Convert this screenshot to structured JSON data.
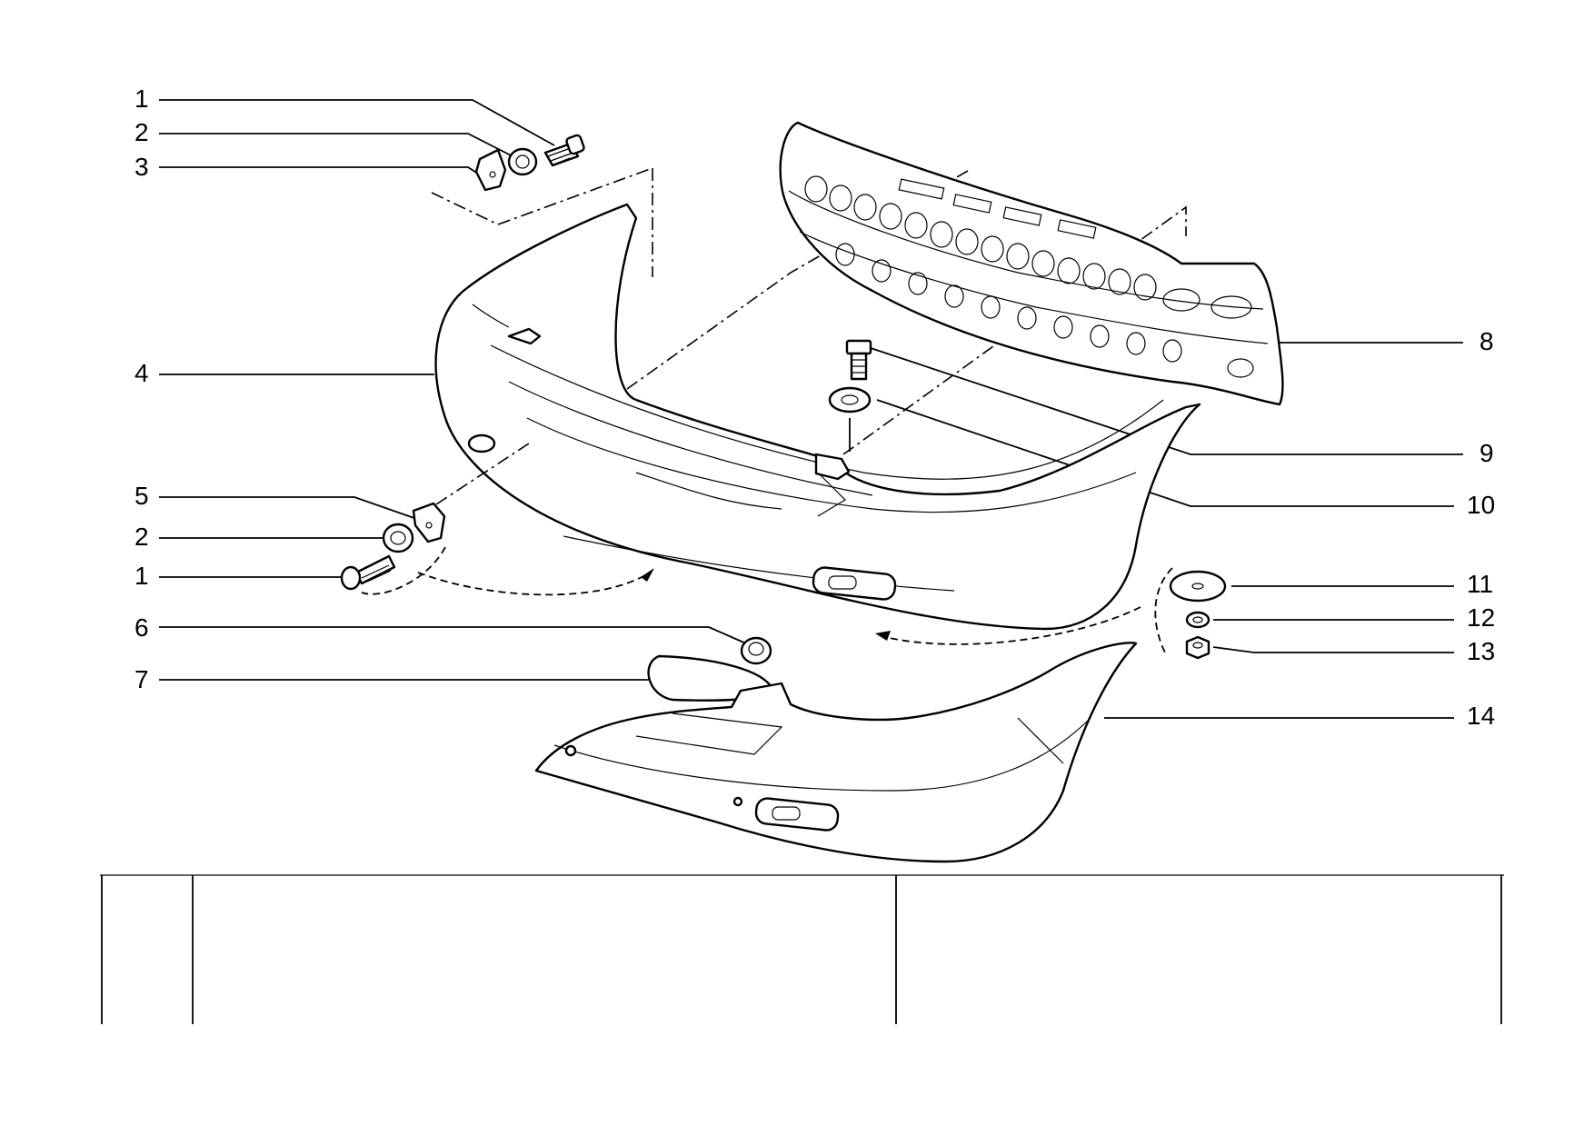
{
  "callouts": [
    {
      "id": "c1a",
      "label": "1"
    },
    {
      "id": "c2a",
      "label": "2"
    },
    {
      "id": "c3",
      "label": "3"
    },
    {
      "id": "c4",
      "label": "4"
    },
    {
      "id": "c5",
      "label": "5"
    },
    {
      "id": "c2b",
      "label": "2"
    },
    {
      "id": "c1b",
      "label": "1"
    },
    {
      "id": "c6",
      "label": "6"
    },
    {
      "id": "c7",
      "label": "7"
    },
    {
      "id": "c8",
      "label": "8"
    },
    {
      "id": "c9",
      "label": "9"
    },
    {
      "id": "c10",
      "label": "10"
    },
    {
      "id": "c11",
      "label": "11"
    },
    {
      "id": "c12",
      "label": "12"
    },
    {
      "id": "c13",
      "label": "13"
    },
    {
      "id": "c14",
      "label": "14"
    }
  ],
  "table": {
    "columns": [
      "",
      "",
      ""
    ],
    "cells": [
      "",
      "",
      ""
    ]
  }
}
